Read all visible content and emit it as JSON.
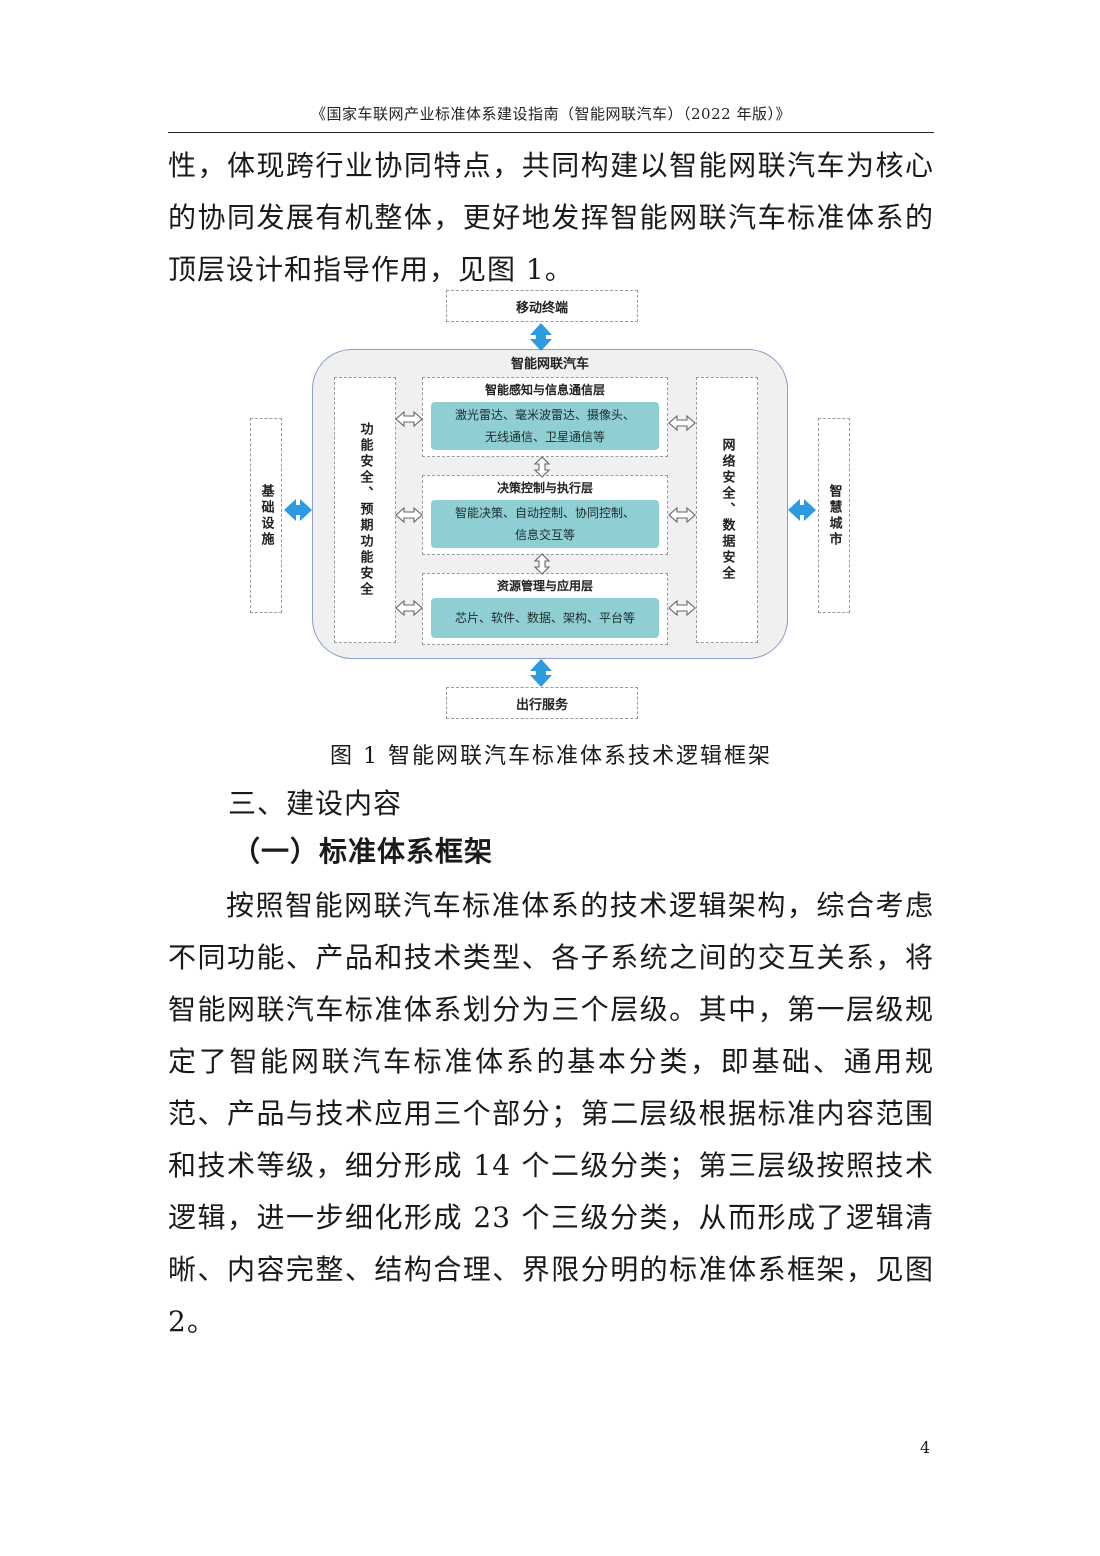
{
  "header": "《国家车联网产业标准体系建设指南（智能网联汽车）（2022 年版）》",
  "paragraph_continued": "性，体现跨行业协同特点，共同构建以智能网联汽车为核心的协同发展有机整体，更好地发挥智能网联汽车标准体系的顶层设计和指导作用，见图 1。",
  "diagram": {
    "top_box": "移动终端",
    "bottom_box": "出行服务",
    "left_box": "基础设施",
    "right_box": "智慧城市",
    "outer_title": "智能网联汽车",
    "left_column": "功能安全、预期功能安全",
    "right_column": "网络安全、数据安全",
    "layers": [
      {
        "title": "智能感知与信息通信层",
        "line1": "激光雷达、毫米波雷达、摄像头、",
        "line2": "无线通信、卫星通信等"
      },
      {
        "title": "决策控制与执行层",
        "line1": "智能决策、自动控制、协同控制、",
        "line2": "信息交互等"
      },
      {
        "title": "资源管理与应用层",
        "line1": "芯片、软件、数据、架构、平台等",
        "line2": ""
      }
    ],
    "colors": {
      "teal": "#8fcfd3",
      "arrow_blue": "#2e9be0",
      "outer_border": "#8a9ec9"
    }
  },
  "caption": "图 1  智能网联汽车标准体系技术逻辑框架",
  "section_heading": "三、建设内容",
  "subsection_heading": "（一）标准体系框架",
  "paragraph_main": "按照智能网联汽车标准体系的技术逻辑架构，综合考虑不同功能、产品和技术类型、各子系统之间的交互关系，将智能网联汽车标准体系划分为三个层级。其中，第一层级规定了智能网联汽车标准体系的基本分类，即基础、通用规范、产品与技术应用三个部分；第二层级根据标准内容范围和技术等级，细分形成 14 个二级分类；第三层级按照技术逻辑，进一步细化形成 23 个三级分类，从而形成了逻辑清晰、内容完整、结构合理、界限分明的标准体系框架，见图 2。",
  "page_number": "4"
}
